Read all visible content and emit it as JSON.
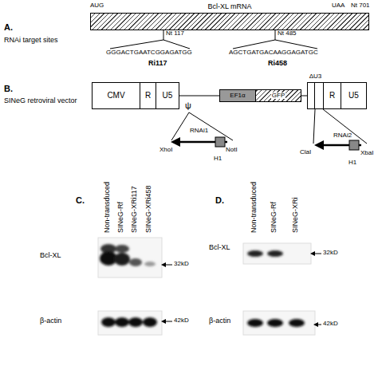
{
  "diagram": {
    "nodes": [
      {
        "text": [
          "Bcl-XL mRNA"
        ]
      },
      {
        "text": [
          "CMV"
        ]
      },
      {
        "text": [
          "R"
        ]
      },
      {
        "text": [
          "U5"
        ]
      },
      {
        "text": [
          "EF1α"
        ]
      },
      {
        "text": [
          "GFP"
        ]
      },
      {
        "text": [
          "ΔU3"
        ]
      },
      {
        "text": [
          "R"
        ]
      },
      {
        "text": [
          "U5"
        ]
      }
    ],
    "edges": [
      {
        "from": 3,
        "to": 4,
        "arrow": "none"
      },
      {
        "from": 5,
        "to": 6,
        "arrow": "none"
      }
    ],
    "labels": [
      "A.",
      "RNAi target sites",
      "AUG",
      "UAA",
      "Nt 701",
      "Nt 117",
      "Nt 485",
      "GGGACTGAATCGGAGATGG",
      "AGCTGATGACAAGGAGATGC",
      "Ri117",
      "Ri458",
      "B.",
      "SINeG retroviral vector",
      "ψ",
      "XhoI",
      "RNAi1",
      "NotI",
      "H1",
      "ClaI",
      "RNAi2",
      "XbaI",
      "H1",
      "C.",
      "Non-transduced",
      "SINeG-Rf",
      "SINeG-XRi117",
      "SINeG-XRi458",
      "Bcl-XL",
      "32kD",
      "β-actin",
      "42kD",
      "D.",
      "Non-transduced",
      "SINeG-Rf",
      "SINeG-XRi",
      "Bcl-XL",
      "32kD",
      "β-actin",
      "42kD"
    ]
  }
}
